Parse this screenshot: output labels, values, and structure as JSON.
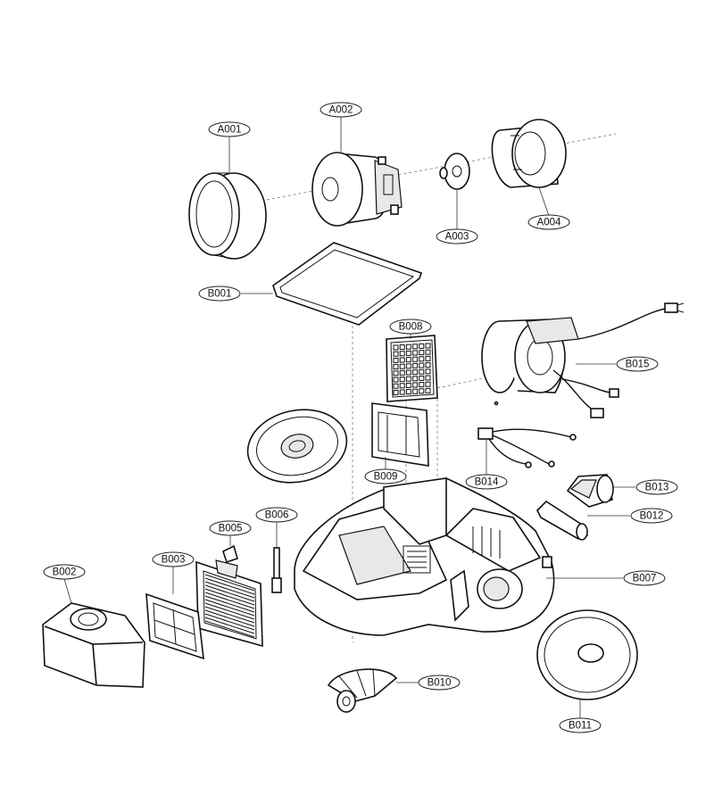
{
  "callouts": [
    {
      "id": "A001",
      "label": "A001"
    },
    {
      "id": "A002",
      "label": "A002"
    },
    {
      "id": "A003",
      "label": "A003"
    },
    {
      "id": "A004",
      "label": "A004"
    },
    {
      "id": "B001",
      "label": "B001"
    },
    {
      "id": "B002",
      "label": "B002"
    },
    {
      "id": "B003",
      "label": "B003"
    },
    {
      "id": "B005",
      "label": "B005"
    },
    {
      "id": "B006",
      "label": "B006"
    },
    {
      "id": "B007",
      "label": "B007"
    },
    {
      "id": "B008",
      "label": "B008"
    },
    {
      "id": "B009",
      "label": "B009"
    },
    {
      "id": "B010",
      "label": "B010"
    },
    {
      "id": "B011",
      "label": "B011"
    },
    {
      "id": "B012",
      "label": "B012"
    },
    {
      "id": "B013",
      "label": "B013"
    },
    {
      "id": "B014",
      "label": "B014"
    },
    {
      "id": "B015",
      "label": "B015"
    }
  ]
}
